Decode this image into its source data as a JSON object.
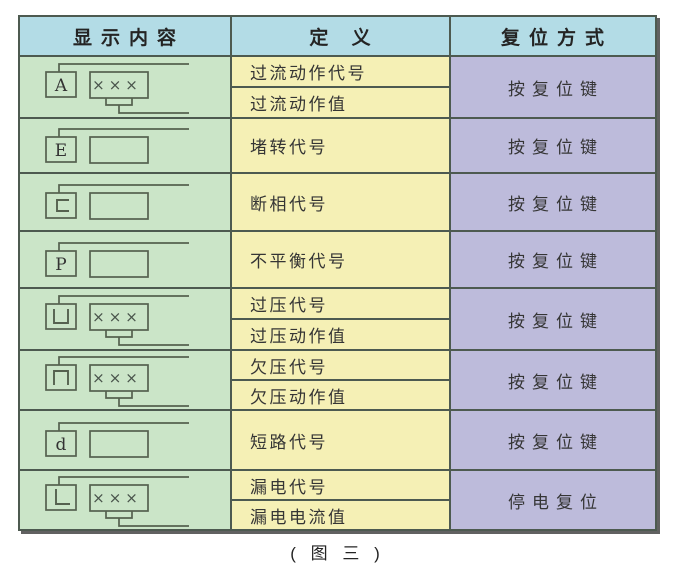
{
  "table": {
    "header": {
      "display": "显示内容",
      "definition": "定 义",
      "reset": "复位方式"
    },
    "rows": [
      {
        "symbol": {
          "glyph": "A",
          "render": "text",
          "box_text": "×××"
        },
        "definitions": [
          "过流动作代号",
          "过流动作值"
        ],
        "reset": "按复位键"
      },
      {
        "symbol": {
          "glyph": "E",
          "render": "text",
          "box_text": ""
        },
        "definitions": [
          "堵转代号"
        ],
        "reset": "按复位键"
      },
      {
        "symbol": {
          "glyph": "c",
          "render": "shape",
          "box_text": ""
        },
        "definitions": [
          "断相代号"
        ],
        "reset": "按复位键"
      },
      {
        "symbol": {
          "glyph": "P",
          "render": "text",
          "box_text": ""
        },
        "definitions": [
          "不平衡代号"
        ],
        "reset": "按复位键"
      },
      {
        "symbol": {
          "glyph": "u",
          "render": "shape",
          "box_text": "×××"
        },
        "definitions": [
          "过压代号",
          "过压动作值"
        ],
        "reset": "按复位键"
      },
      {
        "symbol": {
          "glyph": "n",
          "render": "shape",
          "box_text": "×××"
        },
        "definitions": [
          "欠压代号",
          "欠压动作值"
        ],
        "reset": "按复位键"
      },
      {
        "symbol": {
          "glyph": "d",
          "render": "text",
          "box_text": ""
        },
        "definitions": [
          "短路代号"
        ],
        "reset": "按复位键"
      },
      {
        "symbol": {
          "glyph": "L",
          "render": "shape",
          "box_text": "×××"
        },
        "definitions": [
          "漏电代号",
          "漏电电流值"
        ],
        "reset": "停电复位"
      }
    ]
  },
  "caption": "( 图 三 )",
  "colors": {
    "header_bg": "#b3dce6",
    "symbol_col_bg": "#cbe5c8",
    "definition_col_bg": "#f5f0b5",
    "reset_col_bg": "#bdbbdb",
    "grid_line": "#4d5a50",
    "text": "#353535",
    "symbol_line": "#55614f"
  }
}
